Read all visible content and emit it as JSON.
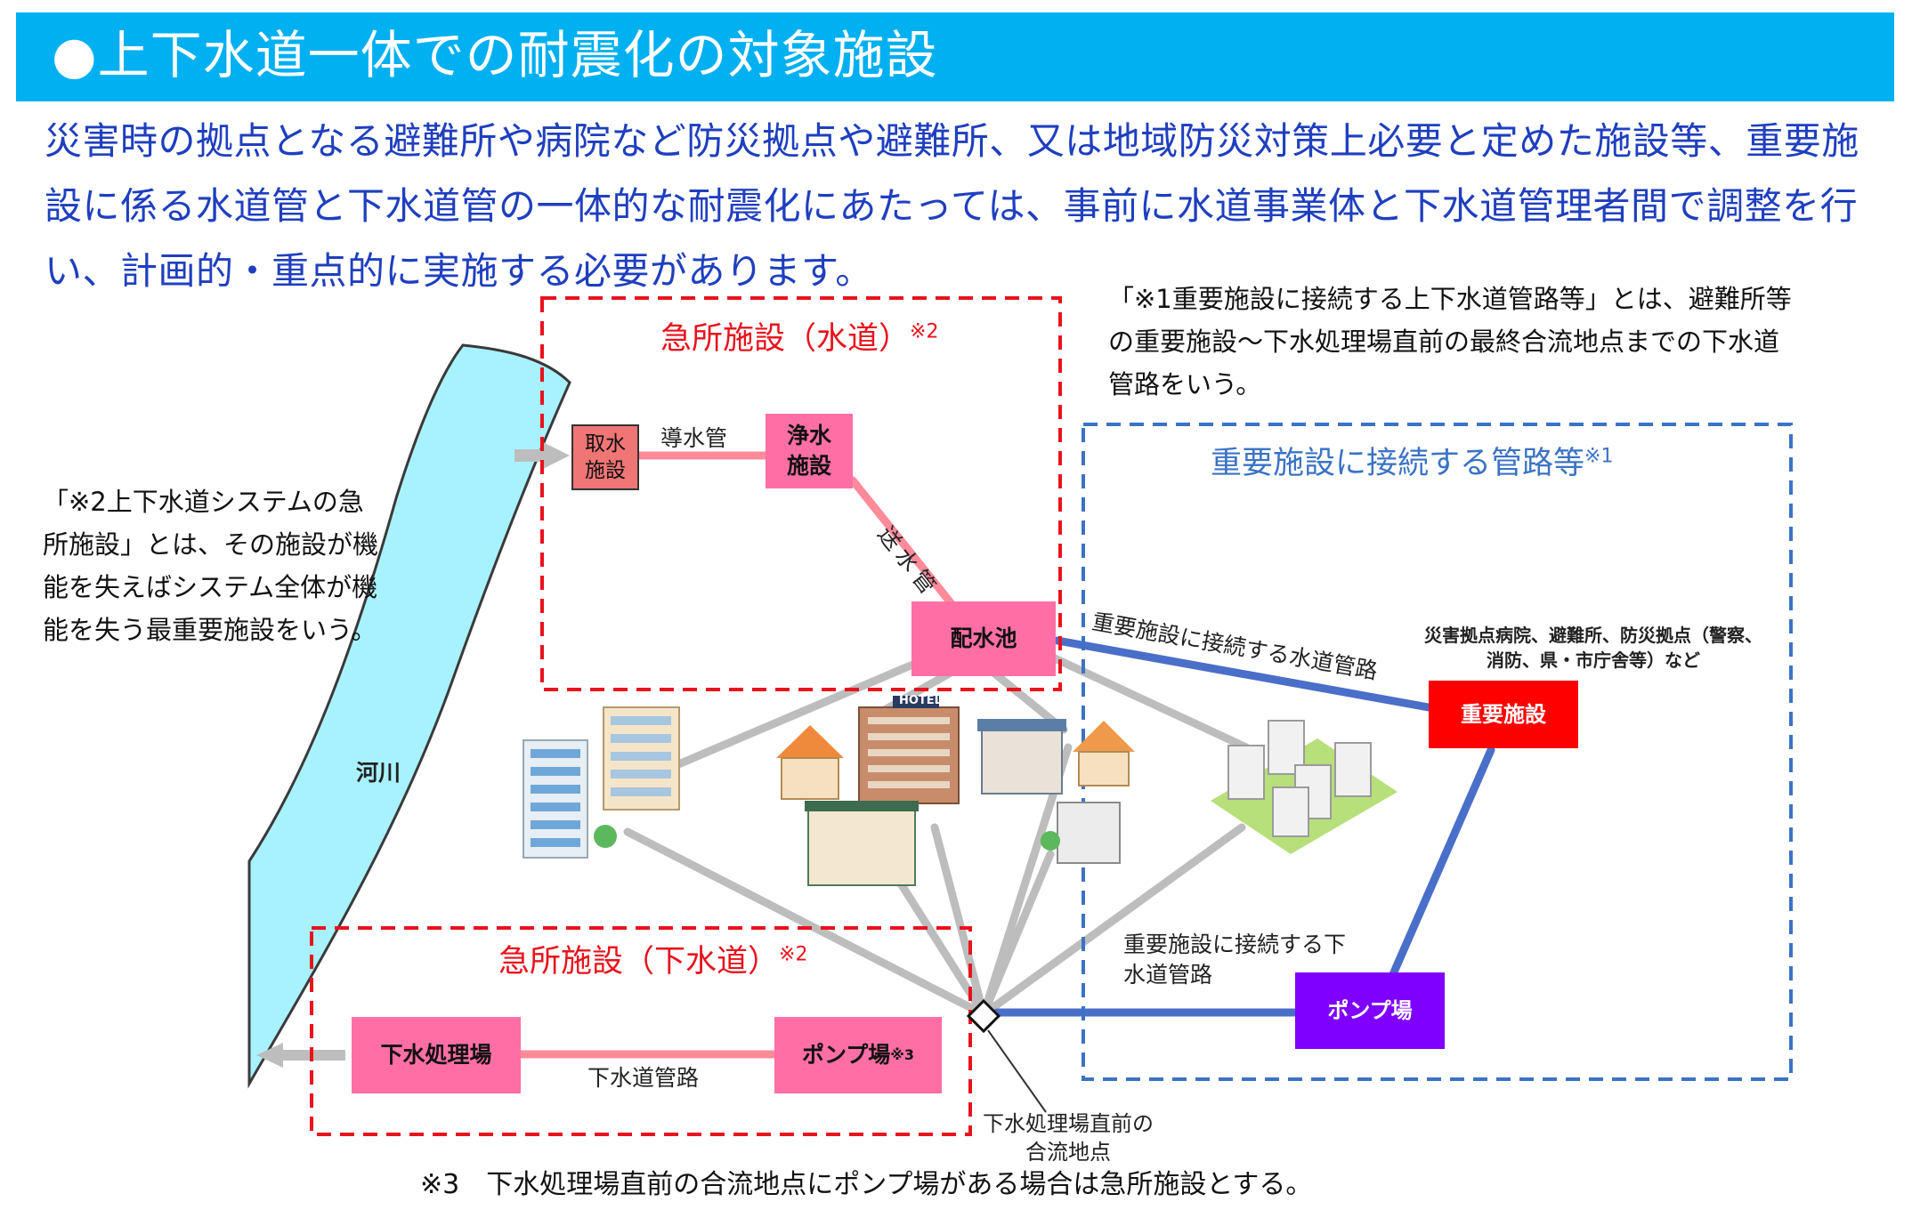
{
  "header": {
    "title": "●上下水道一体での耐震化の対象施設"
  },
  "intro": {
    "text": "災害時の拠点となる避難所や病院など防災拠点や避難所、又は地域防災対策上必要と定めた施設等、重要施設に係る水道管と下水道管の一体的な耐震化にあたっては、事前に水道事業体と下水道管理者間で調整を行い、計画的・重点的に実施する必要があります。"
  },
  "notes": {
    "left": "「※2上下水道システムの急所施設」とは、その施設が機能を失えばシステム全体が機能を失う最重要施設をいう。",
    "right": "「※1重要施設に接続する上下水道管路等」とは、避難所等の重要施設～下水処理場直前の最終合流地点までの下水道管路をいう。",
    "bottom": "※3　下水処理場直前の合流地点にポンプ場がある場合は急所施設とする。"
  },
  "boxes": {
    "water": {
      "label": "急所施設（水道）",
      "sup": "※2"
    },
    "sewer": {
      "label": "急所施設（下水道）",
      "sup": "※2"
    },
    "connected": {
      "label": "重要施設に接続する管路等",
      "sup": "※1"
    }
  },
  "facilities": {
    "intake": "取水施設",
    "purification": "浄水施設",
    "reservoir": "配水池",
    "important": "重要施設",
    "pump_blue": "ポンプ場",
    "treatment": "下水処理場",
    "pump_red": "ポンプ場",
    "pump_red_sup": "※3"
  },
  "labels": {
    "river": "河川",
    "conveyance_pipe": "導水管",
    "supply_pipe": "送水管",
    "water_pipe_connected": "重要施設に接続する水道管路",
    "sewer_pipe_connected": "重要施設に接続する下水道管路",
    "sewer_pipe": "下水道管路",
    "merge_point": "下水処理場直前の合流地点",
    "important_examples": "災害拠点病院、避難所、防災拠点（警察、消防、県・市庁舎等）など",
    "hotel_sign": "HOTEL"
  },
  "colors": {
    "header": "#00b0f0",
    "intro_text": "#1f3fbf",
    "red_box": "#e8131d",
    "blue_box": "#3b73c4",
    "pink_facility": "#ff6fa6",
    "important": "#ff0000",
    "pump": "#7f00ff",
    "river": "#a8f2ff",
    "grey_pipe": "#bdbdbd",
    "blue_pipe": "#4a6fc9",
    "pink_pipe": "#ff8a9a"
  }
}
